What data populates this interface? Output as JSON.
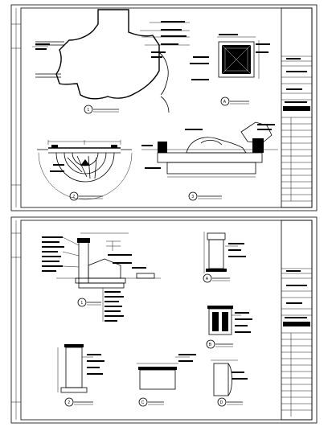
{
  "sheets": [
    {
      "id": "top",
      "title_block_rows": 14,
      "details": [
        {
          "id": "1",
          "label": "1"
        },
        {
          "id": "a",
          "label": "A"
        },
        {
          "id": "2",
          "label": "2"
        },
        {
          "id": "3",
          "label": "3"
        }
      ]
    },
    {
      "id": "bottom",
      "title_block_rows": 16,
      "details": [
        {
          "id": "1",
          "label": "1"
        },
        {
          "id": "a",
          "label": "A"
        },
        {
          "id": "b",
          "label": "B"
        },
        {
          "id": "2",
          "label": "2"
        },
        {
          "id": "c",
          "label": "C"
        },
        {
          "id": "d",
          "label": "D"
        }
      ]
    }
  ]
}
